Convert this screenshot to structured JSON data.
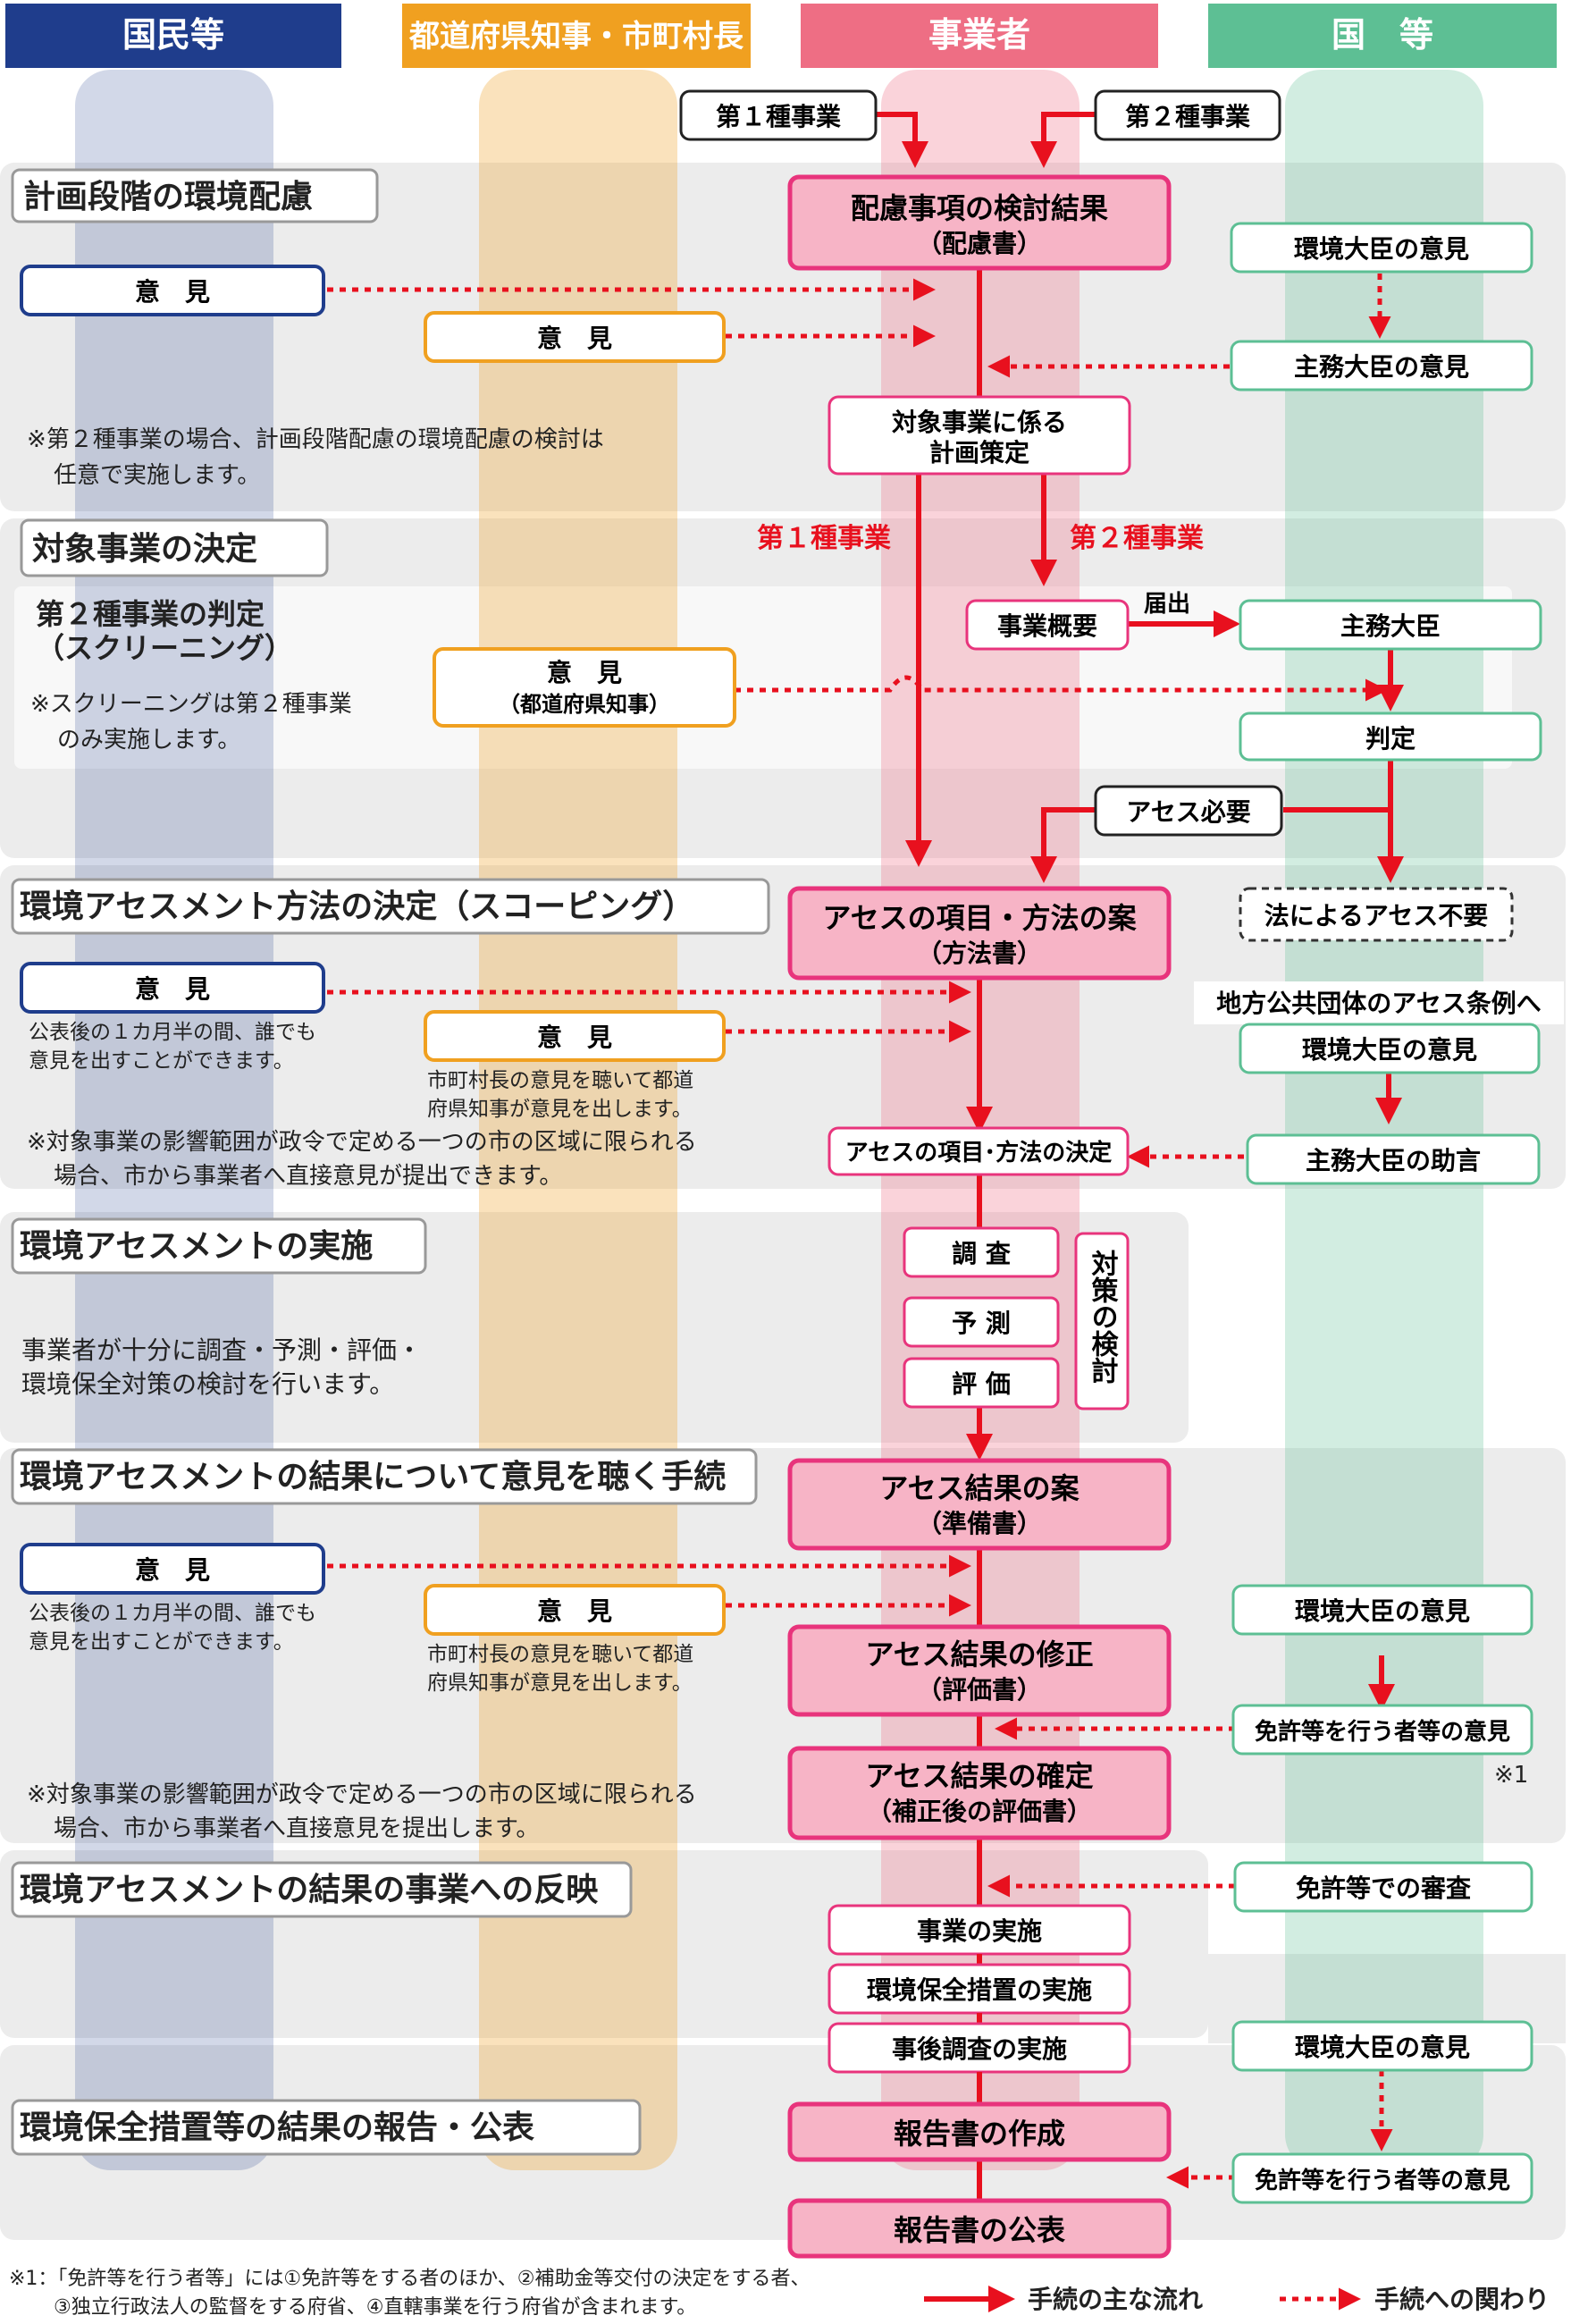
{
  "columns": {
    "citizens": "国民等",
    "governors": "都道府県知事・市町村長",
    "operator": "事業者",
    "national": "国　等"
  },
  "colors": {
    "citizens": "#1f3d8c",
    "governors": "#f0a020",
    "operator": "#ee6e84",
    "national": "#5dbf94",
    "main_flow": "#e8101e",
    "pink_box": "#f7b4c6",
    "section_bg": "#ececec"
  },
  "top": {
    "type1": "第１種事業",
    "type2": "第２種事業"
  },
  "sections": {
    "s1": "計画段階の環境配慮",
    "s2": "対象事業の決定",
    "s3": "環境アセスメント方法の決定（スコーピング）",
    "s4": "環境アセスメントの実施",
    "s5": "環境アセスメントの結果について意見を聴く手続",
    "s6": "環境アセスメントの結果の事業への反映",
    "s7": "環境保全措置等の結果の報告・公表"
  },
  "s1": {
    "consideration_main": "配慮事項の検討結果",
    "consideration_sub": "（配慮書）",
    "env_minister": "環境大臣の意見",
    "competent_minister": "主務大臣の意見",
    "opinion_citizen": "意　見",
    "opinion_governor": "意　見",
    "plan_line1": "対象事業に係る",
    "plan_line2": "計画策定",
    "note_line1": "※第２種事業の場合、計画段階配慮の環境配慮の検討は",
    "note_line2": "任意で実施します。"
  },
  "s2": {
    "type1_label": "第１種事業",
    "type2_label": "第２種事業",
    "screening_line1": "第２種事業の判定",
    "screening_line2": "（スクリーニング）",
    "screening_note1": "※スクリーニングは第２種事業",
    "screening_note2": "のみ実施します。",
    "opinion_main": "意　見",
    "opinion_sub": "（都道府県知事）",
    "outline": "事業概要",
    "notify": "届出",
    "competent_minister": "主務大臣",
    "judgment": "判定",
    "assess_required": "アセス必要"
  },
  "s3": {
    "method_main": "アセスの項目・方法の案",
    "method_sub": "（方法書）",
    "not_required": "法によるアセス不要",
    "local_ordinance": "地方公共団体のアセス条例へ",
    "opinion_citizen": "意　見",
    "citizen_note1": "公表後の１カ月半の間、誰でも",
    "citizen_note2": "意見を出すことができます。",
    "opinion_governor": "意　見",
    "governor_note1": "市町村長の意見を聴いて都道",
    "governor_note2": "府県知事が意見を出します。",
    "env_minister": "環境大臣の意見",
    "decision": "アセスの項目･方法の決定",
    "competent_advice": "主務大臣の助言",
    "note_line1": "※対象事業の影響範囲が政令で定める一つの市の区域に限られる",
    "note_line2": "場合、市から事業者へ直接意見が提出できます。"
  },
  "s4": {
    "survey": "調 査",
    "forecast": "予 測",
    "evaluation": "評 価",
    "measures": "対策の検討",
    "desc_line1": "事業者が十分に調査・予測・評価・",
    "desc_line2": "環境保全対策の検討を行います。"
  },
  "s5": {
    "prep_main": "アセス結果の案",
    "prep_sub": "（準備書）",
    "opinion_citizen": "意　見",
    "citizen_note1": "公表後の１カ月半の間、誰でも",
    "citizen_note2": "意見を出すことができます。",
    "opinion_governor": "意　見",
    "governor_note1": "市町村長の意見を聴いて都道",
    "governor_note2": "府県知事が意見を出します。",
    "env_minister": "環境大臣の意見",
    "revision_main": "アセス結果の修正",
    "revision_sub": "（評価書）",
    "licensing_opinion": "免許等を行う者等の意見",
    "mark1": "※1",
    "final_main": "アセス結果の確定",
    "final_sub": "（補正後の評価書）",
    "note_line1": "※対象事業の影響範囲が政令で定める一つの市の区域に限られる",
    "note_line2": "場合、市から事業者へ直接意見を提出します。"
  },
  "s6": {
    "licensing_review": "免許等での審査",
    "implementation": "事業の実施",
    "measures_impl": "環境保全措置の実施",
    "post_survey": "事後調査の実施"
  },
  "s7": {
    "env_minister": "環境大臣の意見",
    "report_create": "報告書の作成",
    "licensing_opinion": "免許等を行う者等の意見",
    "report_publish": "報告書の公表"
  },
  "footer": {
    "footnote_line1": "※1：「免許等を行う者等」には①免許等をする者のほか、②補助金等交付の決定をする者、",
    "footnote_line2": "③独立行政法人の監督をする府省、④直轄事業を行う府省が含まれます。",
    "legend_main": "手続の主な流れ",
    "legend_related": "手続への関わり"
  }
}
